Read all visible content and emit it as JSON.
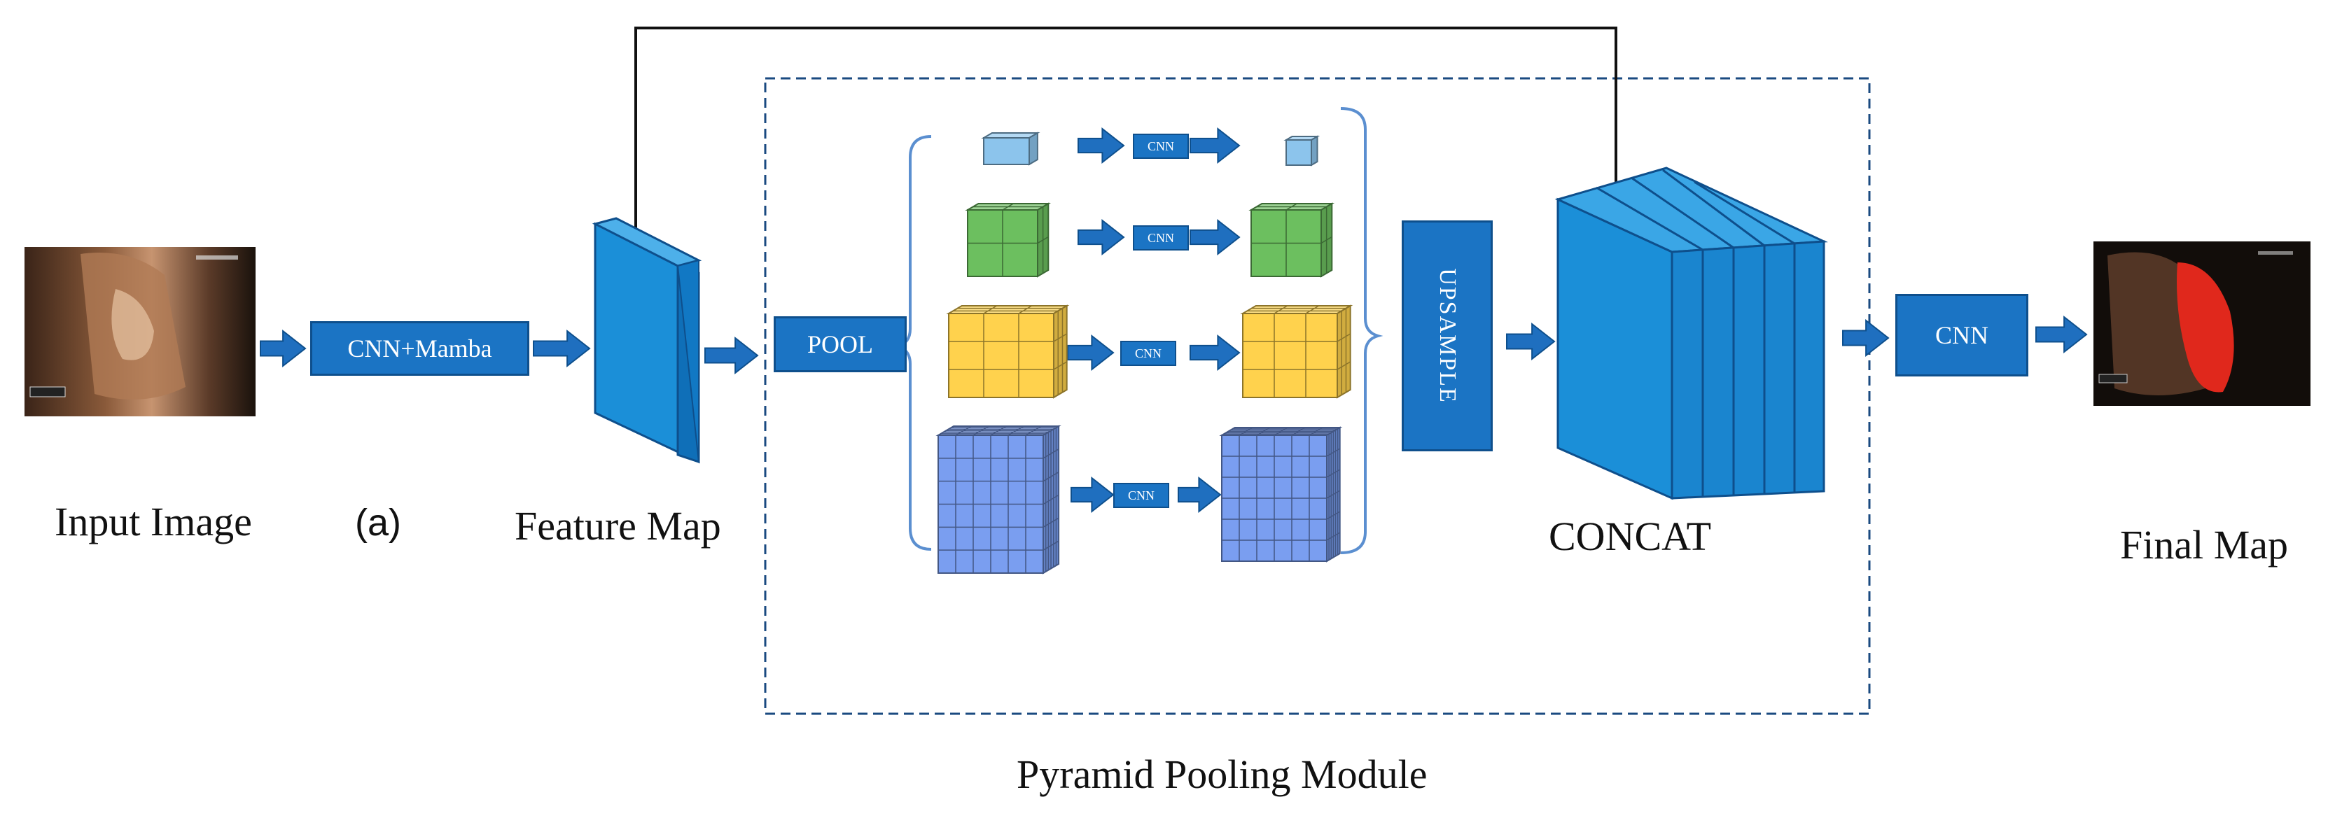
{
  "labels": {
    "input_image": "Input Image",
    "panel_marker": "(a)",
    "feature_map": "Feature Map",
    "concat": "CONCAT",
    "final_map": "Final Map",
    "module": "Pyramid Pooling Module"
  },
  "blocks": {
    "cnn_mamba": "CNN+Mamba",
    "pool": "POOL",
    "upsample": "UPSAMPLE",
    "cnn_final": "CNN"
  },
  "branches": [
    {
      "cnn_label": "CNN",
      "grid": 1
    },
    {
      "cnn_label": "CNN",
      "grid": 2
    },
    {
      "cnn_label": "CNN",
      "grid": 3
    },
    {
      "cnn_label": "CNN",
      "grid": 6
    }
  ],
  "colors": {
    "block_blue": "#1b74c4",
    "arrow_blue": "#1f6fbf",
    "branch1": "#8cc4ec",
    "branch2": "#6cbf5f",
    "branch3": "#ffd24d",
    "branch4": "#7a9ef0",
    "module_border": "#1a4a80",
    "segmentation": "#e0281c"
  },
  "icons": {
    "input_image": "photo-defect-image",
    "final_map": "photo-segmentation-overlay"
  }
}
